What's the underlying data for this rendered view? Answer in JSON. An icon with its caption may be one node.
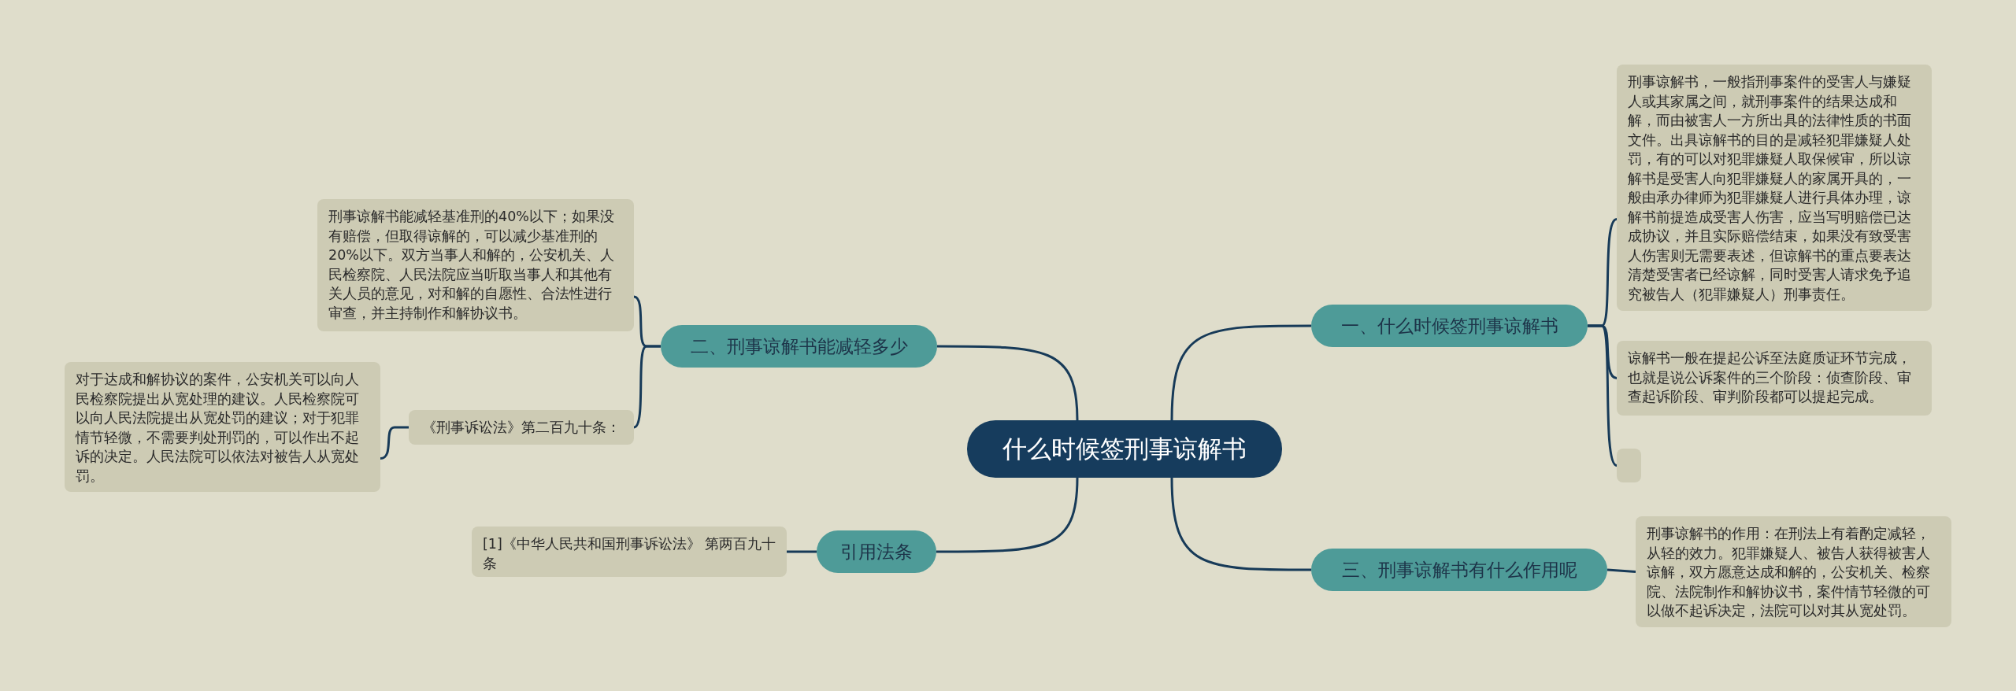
{
  "diagram": {
    "nodes": [
      {
        "text": [
          "什么时候签刑事谅解书"
        ]
      },
      {
        "text": [
          "一、什么时候签刑事谅解书"
        ]
      },
      {
        "text": [
          "刑事谅解书，一般指刑事案件的受害人与嫌疑人或其家属之间，就刑事案件的结果达成和解，而由被害人一方所出具的法律性质的书面文件。出具谅解书的目的是减轻犯罪嫌疑人处罚，有的可以对犯罪嫌疑人取保候审，所以谅解书是受害人向犯罪嫌疑人的家属开具的，一般由承办律师为犯罪嫌疑人进行具体办理，谅解书前提造成受害人伤害，应当写明赔偿已达成协议，并且实际赔偿结束，如果没有致受害人伤害则无需要表述，但谅解书的重点要表达清楚受害者已经谅解，同时受害人请求免予追究被告人（犯罪嫌疑人）刑事责任。"
        ]
      },
      {
        "text": [
          "谅解书一般在提起公诉至法庭质证环节完成，也就是说公诉案件的三个阶段：侦查阶段、审查起诉阶段、审判阶段都可以提起完成。"
        ]
      },
      {
        "text": [],
        "shape": "box"
      },
      {
        "text": [
          "三、刑事谅解书有什么作用呢"
        ]
      },
      {
        "text": [
          "刑事谅解书的作用：在刑法上有着酌定减轻，从轻的效力。犯罪嫌疑人、被告人获得被害人谅解，双方愿意达成和解的，公安机关、检察院、法院制作和解协议书，案件情节轻微的可以做不起诉决定，法院可以对其从宽处罚。"
        ]
      },
      {
        "text": [
          "二、刑事谅解书能减轻多少"
        ]
      },
      {
        "text": [
          "刑事谅解书能减轻基准刑的40%以下；如果没有赔偿，但取得谅解的，可以减少基准刑的20%以下。双方当事人和解的，公安机关、人民检察院、人民法院应当听取当事人和其他有关人员的意见，对和解的自愿性、合法性进行审查，并主持制作和解协议书。"
        ]
      },
      {
        "text": [
          "《刑事诉讼法》第二百九十条："
        ]
      },
      {
        "text": [
          "对于达成和解协议的案件，公安机关可以向人民检察院提出从宽处理的建议。人民检察院可以向人民法院提出从宽处罚的建议；对于犯罪情节轻微，不需要判处刑罚的，可以作出不起诉的决定。人民法院可以依法对被告人从宽处罚。"
        ]
      },
      {
        "text": [
          "引用法条"
        ]
      },
      {
        "text": [
          "[1]《中华人民共和国刑事诉讼法》 第两百九十条"
        ]
      }
    ],
    "edges": [
      {
        "from": 0,
        "to": 1,
        "arrow": "none"
      },
      {
        "from": 1,
        "to": 2,
        "arrow": "none"
      },
      {
        "from": 1,
        "to": 3,
        "arrow": "none"
      },
      {
        "from": 1,
        "to": 4,
        "arrow": "none"
      },
      {
        "from": 0,
        "to": 5,
        "arrow": "none"
      },
      {
        "from": 5,
        "to": 6,
        "arrow": "none"
      },
      {
        "from": 0,
        "to": 7,
        "arrow": "none"
      },
      {
        "from": 7,
        "to": 8,
        "arrow": "none"
      },
      {
        "from": 7,
        "to": 9,
        "arrow": "none"
      },
      {
        "from": 9,
        "to": 10,
        "arrow": "none"
      },
      {
        "from": 0,
        "to": 11,
        "arrow": "none"
      },
      {
        "from": 11,
        "to": 12,
        "arrow": "none"
      }
    ]
  }
}
